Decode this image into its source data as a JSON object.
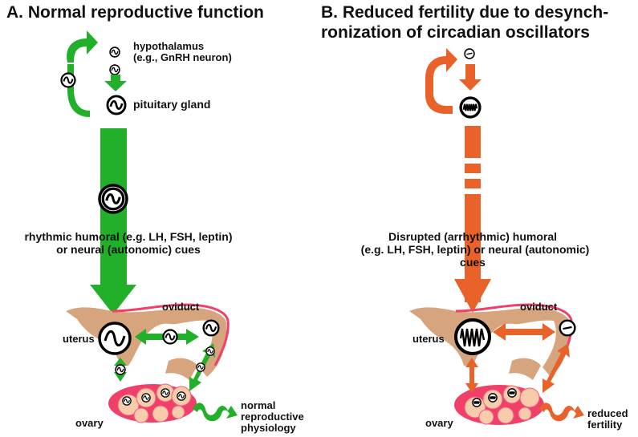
{
  "panel_a": {
    "title": "A. Normal reproductive function",
    "hypothalamus": "hypothalamus",
    "hypothalamus_example": "(e.g., GnRH neuron)",
    "pituitary": "pituitary gland",
    "cues_line1": "rhythmic humoral (e.g. LH, FSH, leptin)",
    "cues_line2": "or neural (autonomic) cues",
    "oviduct": "oviduct",
    "uterus": "uterus",
    "ovary": "ovary",
    "outcome_line1": "normal",
    "outcome_line2": "reproductive",
    "outcome_line3": "physiology",
    "color": "#22b02b"
  },
  "panel_b": {
    "title_line1": "B. Reduced fertility due to desynch-",
    "title_line2": "ronization of circadian oscillators",
    "cues_line1": "Disrupted (arrhythmic) humoral",
    "cues_line2": "(e.g. LH, FSH, leptin) or neural (autonomic)",
    "cues_line3": "cues",
    "oviduct": "oviduct",
    "uterus": "uterus",
    "ovary": "ovary",
    "outcome_line1": "reduced",
    "outcome_line2": "fertility",
    "color": "#e8622a"
  },
  "colors": {
    "tissue": "#d6a57e",
    "vessel": "#f0406a",
    "follicle": "#f8ccaa",
    "follicle_rim": "#f25b7e"
  }
}
